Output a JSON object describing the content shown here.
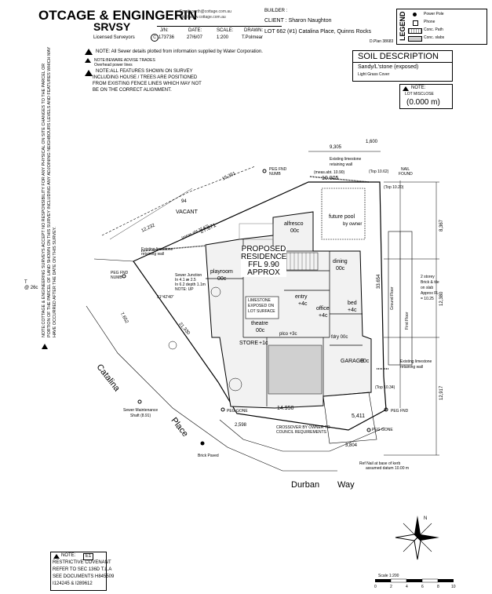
{
  "header": {
    "company_name": "OTCAGE & ENGINGERIN",
    "company_sub": "SRVSY",
    "licensed": "Licensed Surveyors",
    "ph_email": "Email: perth@cottage.com.au",
    "website": "http://www.cottage.com.au",
    "builder_label": "BUILDER :",
    "client": "CLIENT : Sharon Naughton",
    "lot": "LOT 662 (#1) Catalina Place, Quinns Rocks",
    "plan": "D.Plan 38683",
    "jn_label": "J/N:",
    "jn_value": "173736",
    "date_label": "DATE:",
    "date_value": "27/6/07",
    "scale_label": "SCALE:",
    "scale_value": "1:200",
    "drawn_label": "DRAWN:",
    "drawn_value": "T.Polmear",
    "legend_title": "LEGEND",
    "legend_items": [
      "Power Pole",
      "Phone",
      "Conc. Path",
      "Conc. slabs"
    ]
  },
  "notes": {
    "sewer": "NOTE: All Sewer details plotted from information supplied by Water Corporation.",
    "power_title": "NOTE:BEWARE ADVISE TRADES",
    "power_body": "Overhead power lines",
    "features_l1": "NOTE:ALL FEATURES SHOWN ON SURVEY",
    "features_l2": "INCLUDING HOUSE / TREES ARE POSITIONED",
    "features_l3": "FROM EXISTING FENCE LINES WHICH MAY NOT",
    "features_l4": "BE ON THE CORRECT ALIGNMENT.",
    "vertical_note": "NOTE:COTTAGE & ENGINEERING SURVEYS ACCEPT NO RESPONSIBILITY FOR ANY PHYSICAL ON SITE CHANGES TO THE PARCEL OR PORTION OF THE PARCEL OF LAND SHOWN ON THIS SURVEY INCLUDING ANY ADJOINING NEIGHBOURS LEVELS AND FEATURES WHICH MAY HAVE OCCURRED AFTER THE DATE ON THIS SURVEY.",
    "restrictive_title": "NOTE:",
    "restrictive_code": "E1",
    "restrictive_l1": "RESTRICTIVE COVENANT",
    "restrictive_l2": "REFER TO SEC 136D T.L.A",
    "restrictive_l3": "SEE DOCUMENTS H845509",
    "restrictive_l4": "I124245 & I289612"
  },
  "soil": {
    "title": "SOIL DESCRIPTION",
    "value": "Sandy/L'stone (exposed)",
    "cover": "Light Grass Cover"
  },
  "misclose": {
    "label": "NOTE:",
    "label2": "LOT MISCLOSE",
    "value": "(0.000 m)"
  },
  "plan": {
    "proposed_l1": "PROPOSED",
    "proposed_l2": "RESIDENCE",
    "ffl": "FFL 9.90",
    "approx": "APPROX",
    "rooms": {
      "playroom": "playroom",
      "playroom_lvl": "00c",
      "alfresco": "alfresco",
      "alfresco_lvl": "00c",
      "dining": "dining",
      "dining_lvl": "00c",
      "entry": "entry",
      "entry_lvl": "+4c",
      "office": "office",
      "office_lvl": "+4c",
      "bed": "bed",
      "bed_lvl": "+4c",
      "theatre": "theatre",
      "theatre_lvl": "00c",
      "store": "STORE",
      "store_lvl": "+1c",
      "garage": "GARAGE",
      "garage_lvl": "00c",
      "fdry": "fdry 00c",
      "plco": "plco +3c",
      "future_pool": "future pool",
      "by_owner": "by owner"
    },
    "dims": {
      "top_width": "9,305",
      "top_right": "1,600",
      "top_l": "15,351",
      "top_left_l": "12,232",
      "right_upper": "8,367",
      "right_mid": "12,380",
      "right_lower": "12,917",
      "left_a": "21.330",
      "bottom_front": "14.950",
      "bottom_right": "5,411",
      "bottom_sm": "2,598",
      "mid_right": "33.654",
      "frontage": "3,804",
      "lot_side": "27.671",
      "lot_top": "10.905",
      "side_b": "7.652"
    },
    "labels": {
      "vacant": "VACANT",
      "existing_limestone_1": "Existing limestone",
      "retaining_wall": "retaining wall",
      "existing_limestone_2": "Existing limestone",
      "existing_limestone_3": "Existing limestone",
      "peg_fnd": "PEG FND",
      "numb": "NUMB",
      "peg_fnd_2": "PEG FND",
      "numb_2": "NUMB",
      "nail_found": "NAIL",
      "found": "FOUND",
      "top_1062": "(Top 10.62)",
      "top_1090": "(meas.abt. 10.90)",
      "top_1020": "(Top 10.20)",
      "top_1034": "(Top 10.34)",
      "meas_2767": "(meas abt 27.67)",
      "sewer_junction": "Sewer Junction",
      "sewer_jn2": "In 4.1 æ 2.5",
      "sewer_jn3": "In 6.2 depth 1.1m",
      "sewer_jn4": "NOTE: UP",
      "limestone_exposed_1": "LIMESTONE",
      "limestone_exposed_2": "EXPOSED ON",
      "limestone_exposed_3": "LOT SURFACE",
      "sewer_maint": "Sewer Maintenance",
      "sewer_shaft": "Shaft (8.91)",
      "peg_gone": "PEG GONE",
      "peg_gone_2": "PEG GONE",
      "peg_fnd_3": "PEG FND",
      "crossover": "CROSSOVER BY OWNER TO",
      "council_req": "COUNCIL REQUIREMENTS",
      "brick_paved": "Brick Paved",
      "ref_nail": "Ref Nail at base of kerb",
      "assumed_datum": "assumed datum 10.00 m",
      "two_storey": "2 storey",
      "brick_tile": "Brick & tile",
      "on_slab": "on slab",
      "approx_fl": "Approx FL",
      "approx_fl_val": "= 10.25",
      "first_floor": "First Floor",
      "ground_floor": "Ground Floor",
      "exist_right_limestone": "Existing limestone",
      "exist_right_wall": "retaining wall",
      "angle": "51°42'40\"",
      "deg94": "94",
      "t26c": "T",
      "t26c_2": "@ 26c"
    }
  },
  "streets": {
    "catalina": "Catalina",
    "place": "Place",
    "durban": "Durban",
    "way": "Way"
  },
  "scale_bar": {
    "label": "Scale 1:200",
    "ticks": [
      "0",
      "2",
      "4",
      "6",
      "8",
      "10"
    ]
  },
  "north": "N"
}
